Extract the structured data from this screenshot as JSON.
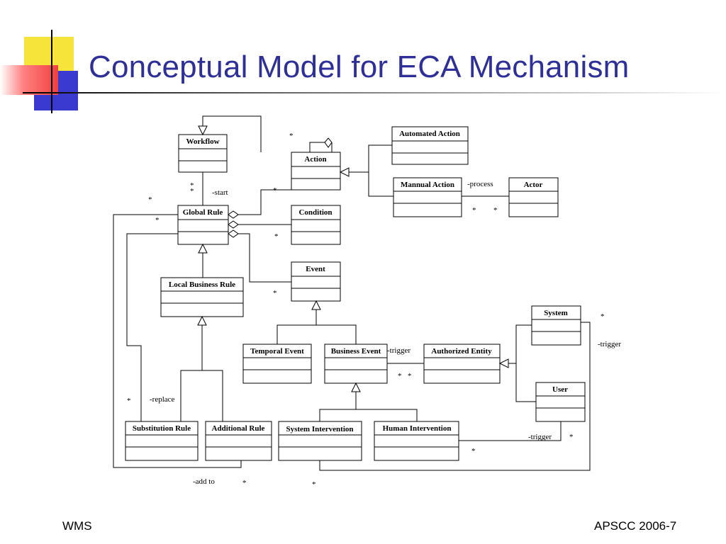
{
  "slide": {
    "title": "Conceptual Model for ECA Mechanism",
    "footer_left": "WMS",
    "footer_right": "APSCC 2006-7",
    "colors": {
      "title": "#2f2f9a",
      "yellow": "#f7e43a",
      "blue": "#3a3ad0",
      "red": "#f04040"
    }
  },
  "diagram": {
    "classes": {
      "workflow": "Workflow",
      "action": "Action",
      "automated_action": "Automated Action",
      "manual_action": "Mannual Action",
      "actor": "Actor",
      "global_rule": "Global Rule",
      "condition": "Condition",
      "event": "Event",
      "local_business_rule": "Local Business Rule",
      "system": "System",
      "temporal_event": "Temporal Event",
      "business_event": "Business Event",
      "authorized_entity": "Authorized Entity",
      "user": "User",
      "substitution_rule": "Substitution Rule",
      "additional_rule": "Additional Rule",
      "system_intervention": "System Intervention",
      "human_intervention": "Human Intervention"
    },
    "labels": {
      "start": "-start",
      "process": "-process",
      "trigger_business": "-trigger",
      "trigger_system": "-trigger",
      "trigger_human": "-trigger",
      "replace": "-replace",
      "add_to": "-add to"
    },
    "multiplicity": "*"
  }
}
